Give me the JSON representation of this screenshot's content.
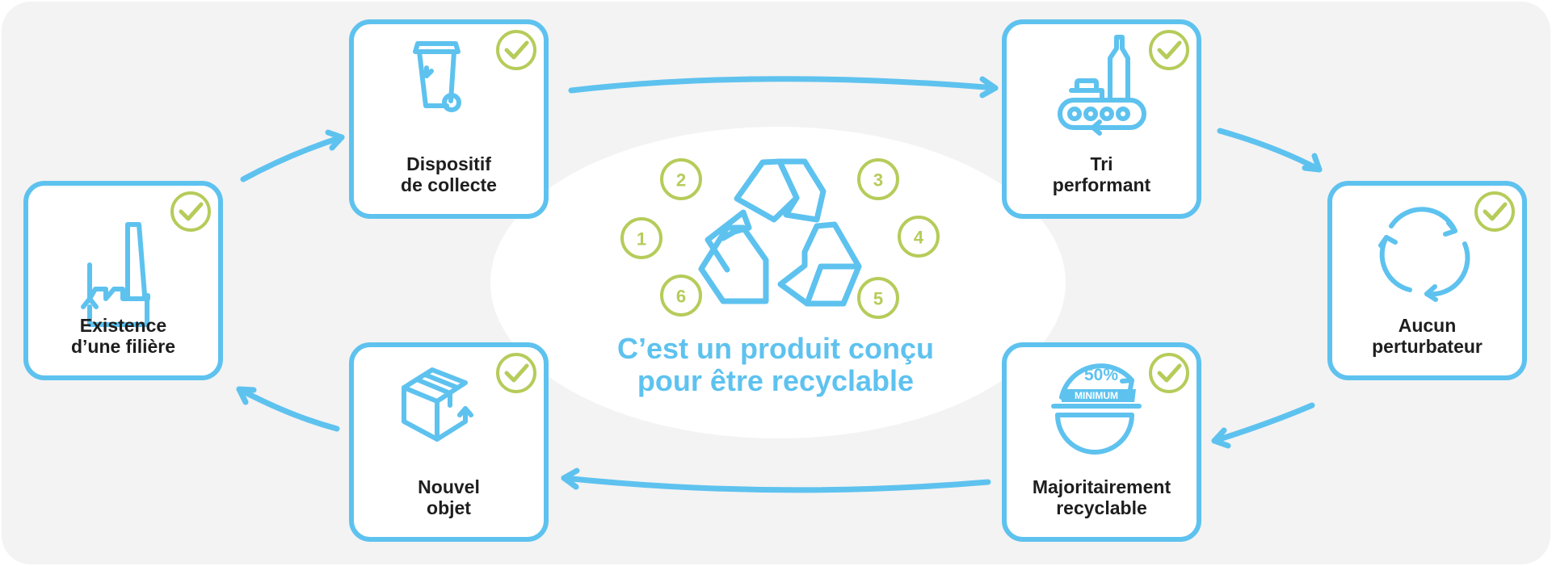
{
  "center": {
    "title_line1": "C’est un produit conçu",
    "title_line2": "pour être recyclable",
    "numbers": [
      "1",
      "2",
      "3",
      "4",
      "5",
      "6"
    ]
  },
  "steps": [
    {
      "label_line1": "Existence",
      "label_line2": "d’une filière",
      "icon": "factory-icon"
    },
    {
      "label_line1": "Dispositif",
      "label_line2": "de collecte",
      "icon": "wheelie-bin-icon"
    },
    {
      "label_line1": "Tri",
      "label_line2": "performant",
      "icon": "conveyor-belt-bottle-icon"
    },
    {
      "label_line1": "Aucun",
      "label_line2": "perturbateur",
      "icon": "circular-arrows-icon"
    },
    {
      "label_line1": "Majoritairement",
      "label_line2": "recyclable",
      "icon": "fifty-percent-gauge-icon",
      "badge_value": "50%",
      "badge_text": "MINIMUM"
    },
    {
      "label_line1": "Nouvel",
      "label_line2": "objet",
      "icon": "box-icon"
    }
  ],
  "colors": {
    "card_border": "#5ec2ef",
    "accent_blue": "#5ec2ef",
    "check_green": "#b5cc5a",
    "background_panel": "#f3f3f3",
    "ellipse": "#ffffff",
    "label_text": "#1e1e1e"
  }
}
